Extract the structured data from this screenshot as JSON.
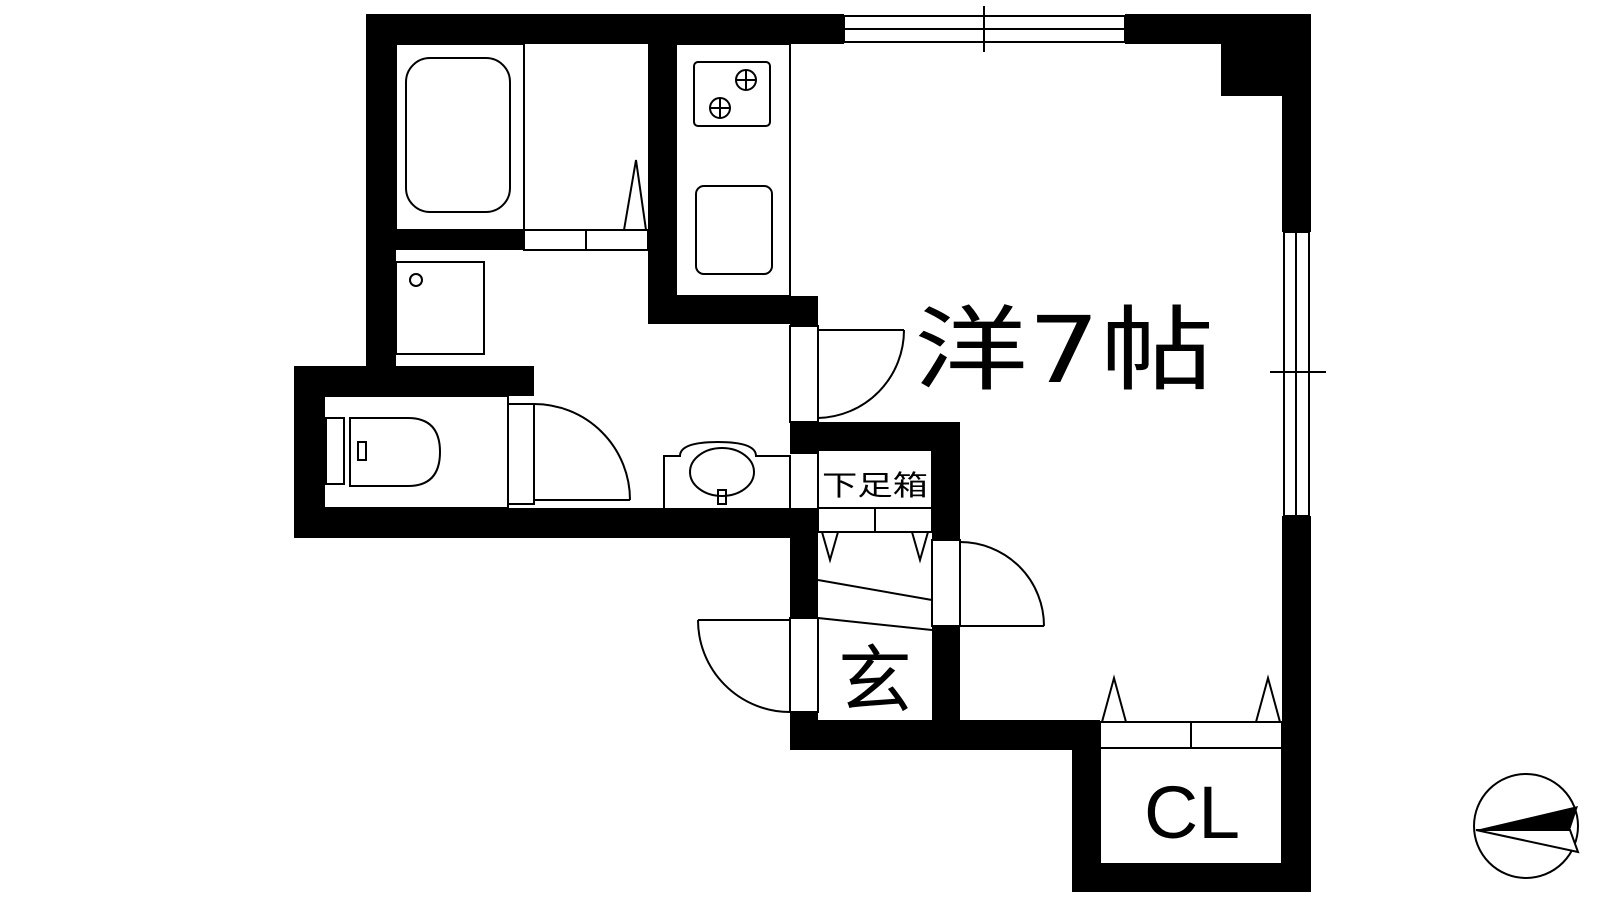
{
  "floorplan": {
    "rooms": {
      "western_room": "洋7帖",
      "shoe_cabinet": "下足箱",
      "entrance": "玄",
      "closet": "CL"
    },
    "fixtures": [
      "bathtub",
      "washing-machine-pan",
      "toilet",
      "washbasin",
      "two-burner-stove",
      "kitchen-sink"
    ],
    "compass": {
      "present": true
    }
  }
}
